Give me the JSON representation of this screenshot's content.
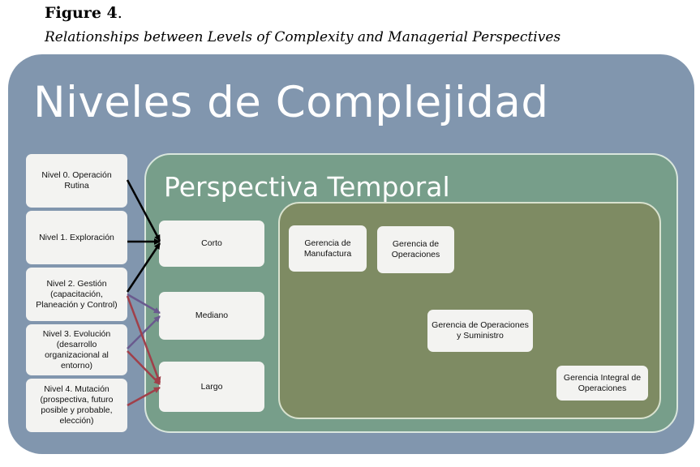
{
  "figure": {
    "label_bold": "Figure 4",
    "label_suffix": ".",
    "caption": "Relationships between Levels of Complexity and Managerial Perspectives"
  },
  "outer": {
    "title": "Niveles de Complejidad"
  },
  "middle": {
    "title": "Perspectiva Temporal"
  },
  "levels": [
    {
      "label": "Nivel 0. Operación Rutina"
    },
    {
      "label": "Nivel 1. Exploración"
    },
    {
      "label": "Nivel 2. Gestión (capacitación, Planeación y Control)"
    },
    {
      "label": "Nivel 3. Evolución (desarrollo organizacional al entorno)"
    },
    {
      "label": "Nivel 4. Mutación (prospectiva, futuro posible y probable, elección)"
    }
  ],
  "horizons": [
    {
      "label": "Corto"
    },
    {
      "label": "Mediano"
    },
    {
      "label": "Largo"
    }
  ],
  "management": [
    {
      "label": "Gerencia de Manufactura"
    },
    {
      "label": "Gerencia de Operaciones"
    },
    {
      "label": "Gerencia de Operaciones y Suministro"
    },
    {
      "label": "Gerencia Integral de Operaciones"
    }
  ],
  "colors": {
    "outer_bg": "#8196ae",
    "middle_bg": "#779e8a",
    "inner_bg": "#7e8b63",
    "box_bg": "#f3f3f1",
    "arrow_black": "#000000",
    "arrow_purple": "#6a5a8e",
    "arrow_red": "#a0404a"
  }
}
